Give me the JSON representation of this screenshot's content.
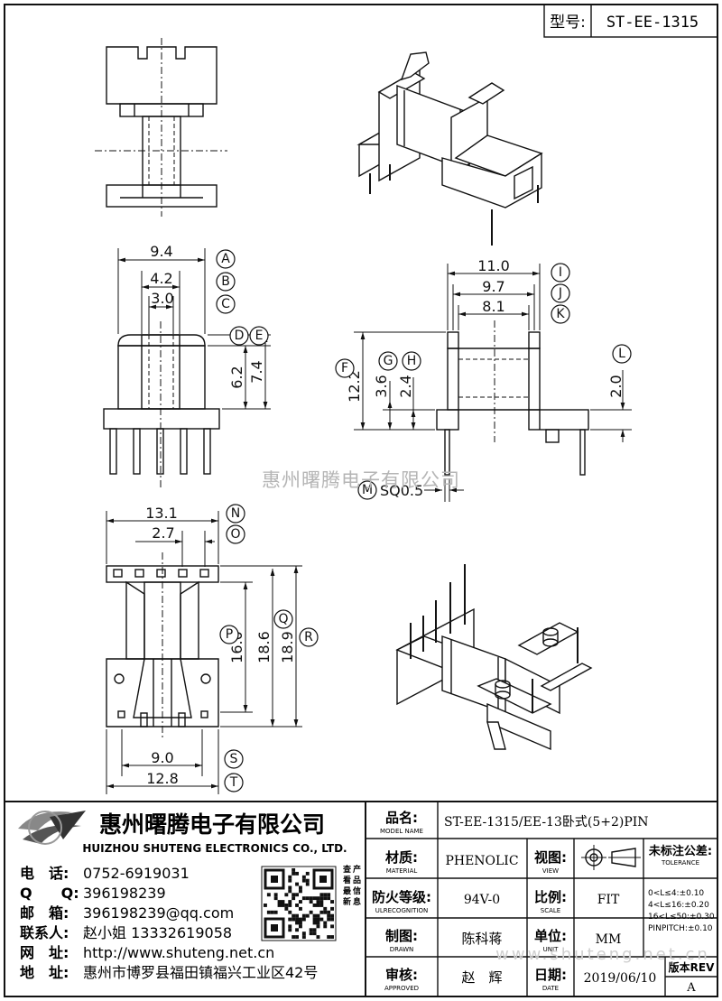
{
  "header": {
    "model_label": "型号:",
    "model_value": "ST-EE-1315"
  },
  "dimensions": {
    "A": "9.4",
    "B": "4.2",
    "C": "3.0",
    "DE_6": "6.2",
    "DE_7": "7.4",
    "I": "11.0",
    "J": "9.7",
    "K": "8.1",
    "F": "12.2",
    "G": "3.6",
    "H": "2.4",
    "L": "2.0",
    "M": "SQ0.5",
    "N": "13.1",
    "O": "2.7",
    "P": "16.0",
    "Q": "18.6",
    "R": "18.9",
    "S": "9.0",
    "T": "12.8"
  },
  "callouts": [
    "A",
    "B",
    "C",
    "D",
    "E",
    "F",
    "G",
    "H",
    "I",
    "J",
    "K",
    "L",
    "M",
    "N",
    "O",
    "P",
    "Q",
    "R",
    "S",
    "T"
  ],
  "watermark_center": "惠州曙腾电子有限公司",
  "watermark_footer": "www.shuteng.net.cn",
  "company": {
    "name_cn": "惠州曙腾电子有限公司",
    "name_en": "HUIZHOU SHUTENG ELECTRONICS CO., LTD.",
    "contacts": [
      {
        "label": "电　话:",
        "value": "0752-6919031"
      },
      {
        "label": "Q　　Q:",
        "value": "396198239"
      },
      {
        "label": "邮　箱:",
        "value": "396198239@qq.com"
      },
      {
        "label": "联系人:",
        "value": "赵小姐 13332619058"
      },
      {
        "label": "网　址:",
        "value": "http://www.shuteng.net.cn"
      },
      {
        "label": "地　址:",
        "value": "惠州市博罗县福田镇福兴工业区42号"
      }
    ],
    "qr_caption": "查看最新产品信息"
  },
  "titleblock": {
    "model_name_label": "品名:",
    "model_name_en": "MODEL NAME",
    "model_name_value": "ST-EE-1315/EE-13卧式(5+2)PIN",
    "material_label": "材质:",
    "material_en": "MATERIAL",
    "material_value": "PHENOLIC",
    "view_label": "视图:",
    "view_en": "VIEW",
    "tolerance_label": "未标注公差:",
    "tolerance_en": "TOLERANCE",
    "tolerance_rows": [
      "0<L≤4:±0.10",
      "4<L≤16:±0.20",
      "16<L≤50:±0.30",
      "PINPITCH:±0.10"
    ],
    "ul_label": "防火等级:",
    "ul_en": "ULRECOGNITION",
    "ul_value": "94V-0",
    "scale_label": "比例:",
    "scale_en": "SCALE",
    "scale_value": "FIT",
    "drawn_label": "制图:",
    "drawn_en": "DRAWN",
    "drawn_value": "陈科蒋",
    "unit_label": "单位:",
    "unit_en": "UNIT",
    "unit_value": "MM",
    "approved_label": "审核:",
    "approved_en": "APPROVED",
    "approved_value": "赵　辉",
    "date_label": "日期:",
    "date_en": "DATE",
    "date_value": "2019/06/10",
    "rev_label": "版本REV",
    "rev_value": "A"
  }
}
